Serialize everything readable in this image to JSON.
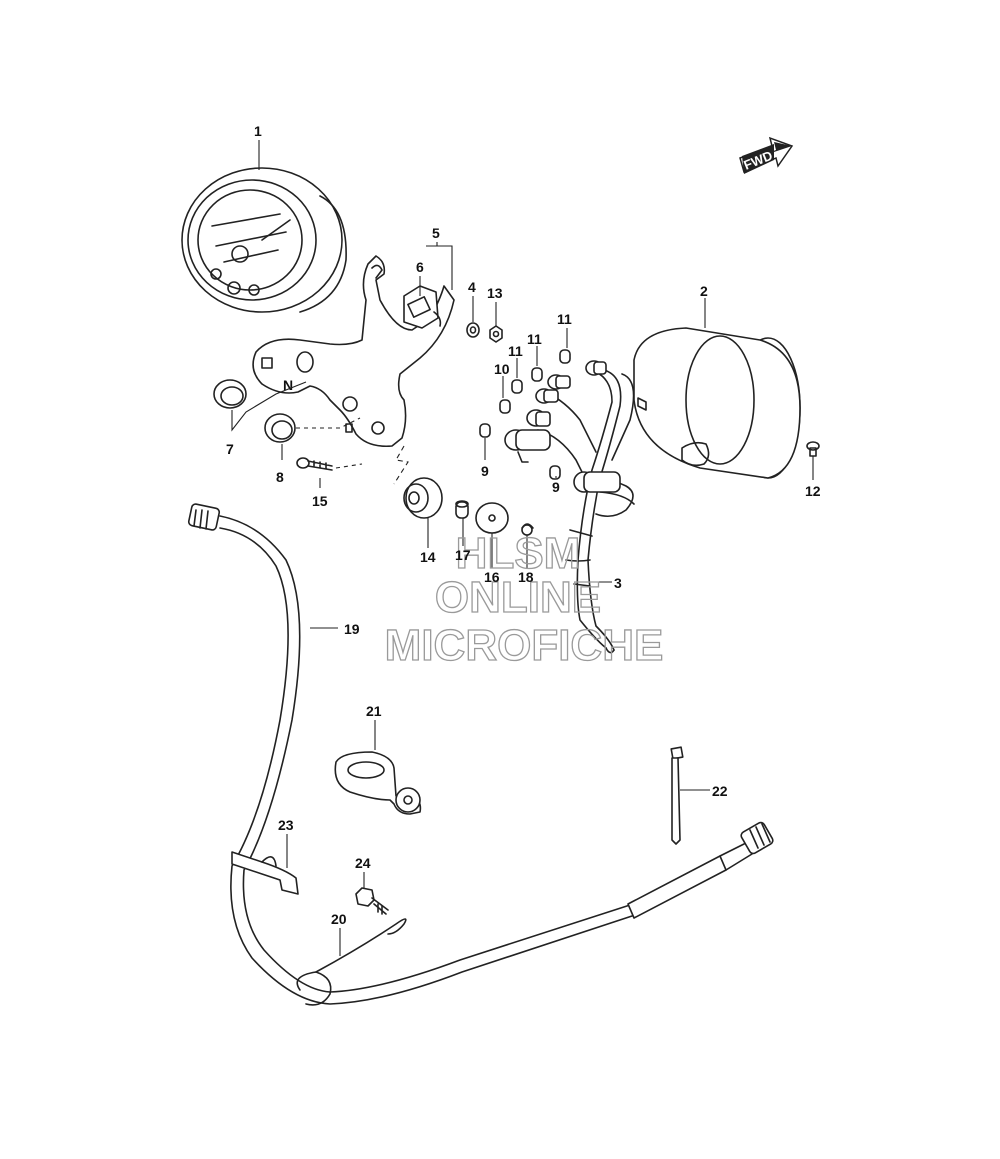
{
  "direction_marker": "FWD",
  "watermark": {
    "line1": "HLSM",
    "line2": "ONLINE",
    "line3": "MICROFICHE"
  },
  "callouts": {
    "c1": "1",
    "c2": "2",
    "c3": "3",
    "c4": "4",
    "c5": "5",
    "c6": "6",
    "c7": "7",
    "c8": "8",
    "c9a": "9",
    "c9b": "9",
    "c10": "10",
    "c11a": "11",
    "c11b": "11",
    "c11c": "11",
    "c12": "12",
    "c13": "13",
    "c14": "14",
    "c15": "15",
    "c16": "16",
    "c17": "17",
    "c18": "18",
    "c19": "19",
    "c20": "20",
    "c21": "21",
    "c22": "22",
    "c23": "23",
    "c24": "24"
  },
  "indicator_letters": {
    "neutral": "N"
  }
}
